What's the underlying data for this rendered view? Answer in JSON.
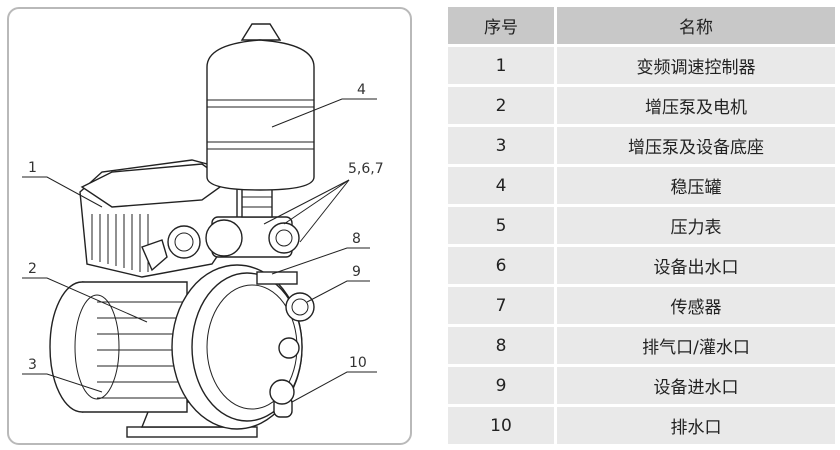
{
  "table": {
    "headers": [
      "序号",
      "名称"
    ],
    "rows": [
      {
        "no": "1",
        "name": "变频调速控制器"
      },
      {
        "no": "2",
        "name": "增压泵及电机"
      },
      {
        "no": "3",
        "name": "增压泵及设备底座"
      },
      {
        "no": "4",
        "name": "稳压罐"
      },
      {
        "no": "5",
        "name": "压力表"
      },
      {
        "no": "6",
        "name": "设备出水口"
      },
      {
        "no": "7",
        "name": "传感器"
      },
      {
        "no": "8",
        "name": "排气口/灌水口"
      },
      {
        "no": "9",
        "name": "设备进水口"
      },
      {
        "no": "10",
        "name": "排水口"
      }
    ]
  },
  "diagram": {
    "callouts": [
      "1",
      "2",
      "3",
      "4",
      "5,6,7",
      "8",
      "9",
      "10"
    ]
  }
}
